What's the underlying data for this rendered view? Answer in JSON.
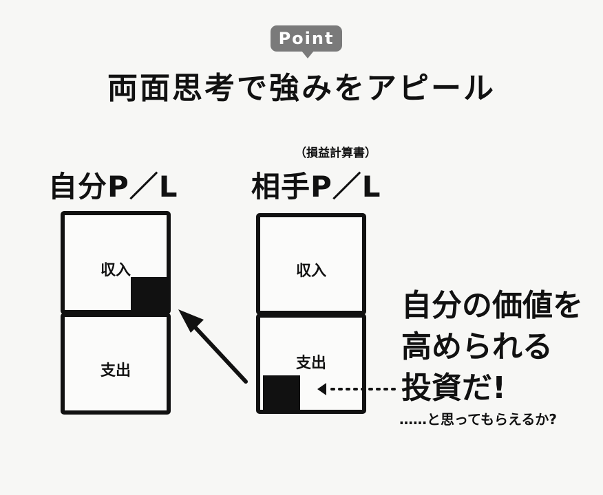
{
  "badge": {
    "text": "Point"
  },
  "title": "両面思考で強みをアピール",
  "left_pl": {
    "title": "自分P／L",
    "income_label": "収入",
    "expense_label": "支出"
  },
  "right_pl": {
    "note": "（損益計算書）",
    "title": "相手P／L",
    "income_label": "収入",
    "expense_label": "支出"
  },
  "message": {
    "line1": "自分の価値を",
    "line2": "高められる",
    "line3": "投資だ!",
    "question": "……と思ってもらえるか?"
  }
}
